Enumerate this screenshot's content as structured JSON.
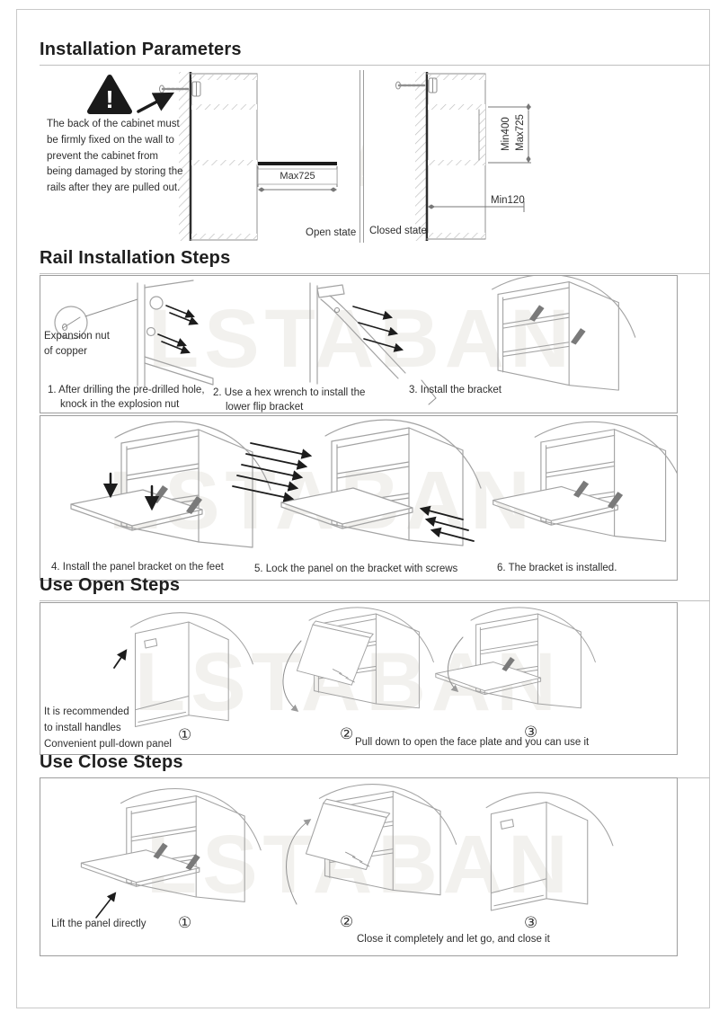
{
  "watermark": "LSTABAN",
  "params": {
    "heading": "Installation Parameters",
    "warning_mark": "!",
    "warning_text": "The back of the cabinet must be firmly fixed on the wall to prevent the cabinet from being damaged by storing the rails after they are pulled out.",
    "open_state": {
      "panel_dim": "Max725",
      "label": "Open state"
    },
    "closed_state": {
      "dim_line1": "Min400",
      "dim_line2": "Max725",
      "dim_bottom": "Min120",
      "label": "Closed state"
    }
  },
  "rail": {
    "heading": "Rail Installation Steps",
    "callout_line1": "Expansion nut",
    "callout_line2": "of copper",
    "steps": [
      {
        "line1": "1. After drilling the pre-drilled hole,",
        "line2": "knock in the explosion nut"
      },
      {
        "line1": "2. Use a hex wrench to install the",
        "line2": "lower flip bracket"
      },
      {
        "line1": "3. Install the bracket"
      },
      {
        "line1": "4. Install the panel bracket on the feet"
      },
      {
        "line1": "5. Lock the panel on the bracket with screws"
      },
      {
        "line1": "6. The bracket is installed."
      }
    ]
  },
  "open_steps": {
    "heading": "Use Open Steps",
    "note_line1": "It is recommended",
    "note_line2": "to install handles",
    "note_line3": "Convenient pull-down panel",
    "num1": "①",
    "num2": "②",
    "num3": "③",
    "caption": "Pull down to open the face plate and you can use it"
  },
  "close_steps": {
    "heading": "Use Close Steps",
    "label": "Lift the panel directly",
    "num1": "①",
    "num2": "②",
    "num3": "③",
    "caption": "Close it completely and let go, and close it"
  }
}
